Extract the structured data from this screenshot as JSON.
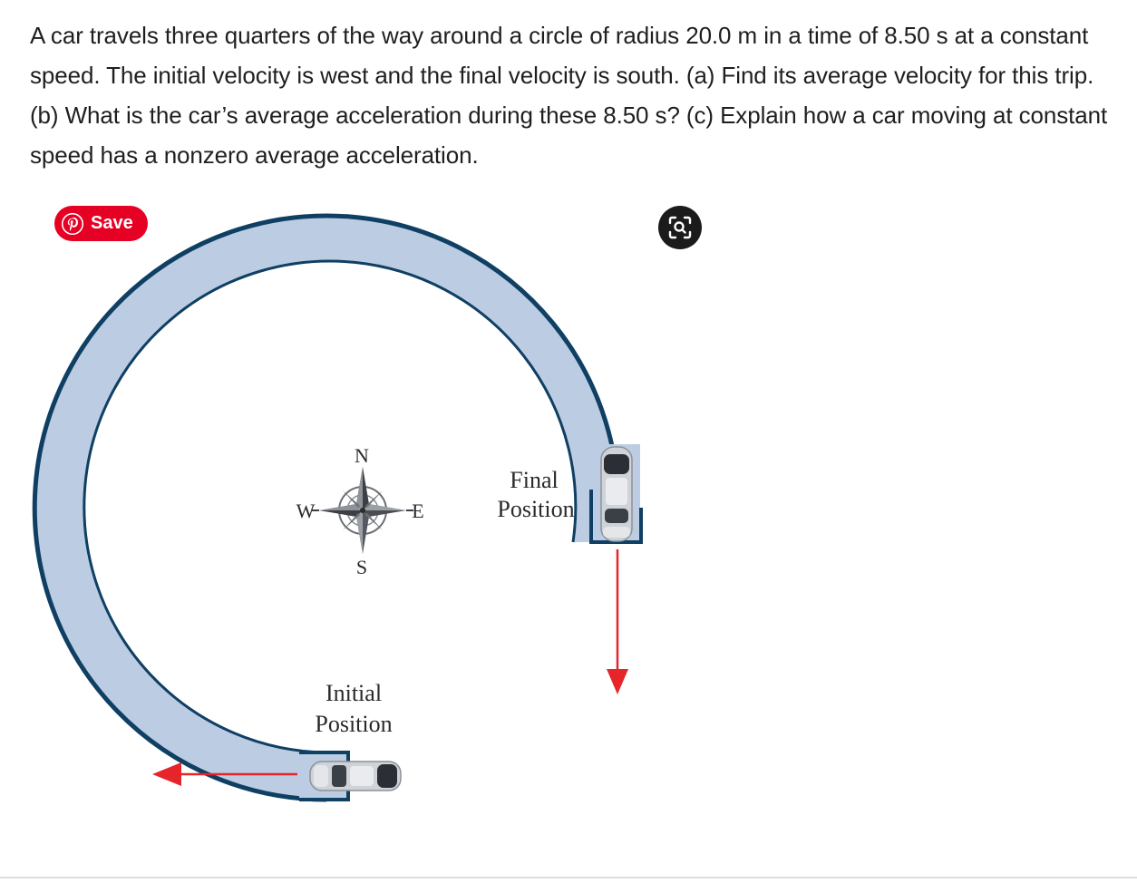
{
  "question": {
    "text": "A car travels three quarters of the way around a circle of radius 20.0 m in a time of 8.50 s at a constant speed. The initial velocity is west and the final velocity is south. (a) Find its average velocity for this trip. (b) What is the car’s average acceleration during these 8.50 s? (c) Explain how a car moving at constant speed has a nonzero average acceleration."
  },
  "save_button": {
    "label": "Save",
    "icon": "pinterest-icon",
    "color": "#e60023"
  },
  "lens_button": {
    "icon": "visual-search-icon"
  },
  "figure": {
    "compass": {
      "north": "N",
      "south": "S",
      "east": "E",
      "west": "W"
    },
    "final_position": {
      "line1": "Final",
      "line2": "Position"
    },
    "initial_position": {
      "line1": "Initial",
      "line2": "Position"
    },
    "colors": {
      "track_fill": "#bccde3",
      "track_edge": "#0f3f63",
      "velocity_arrow": "#e5252a"
    }
  }
}
